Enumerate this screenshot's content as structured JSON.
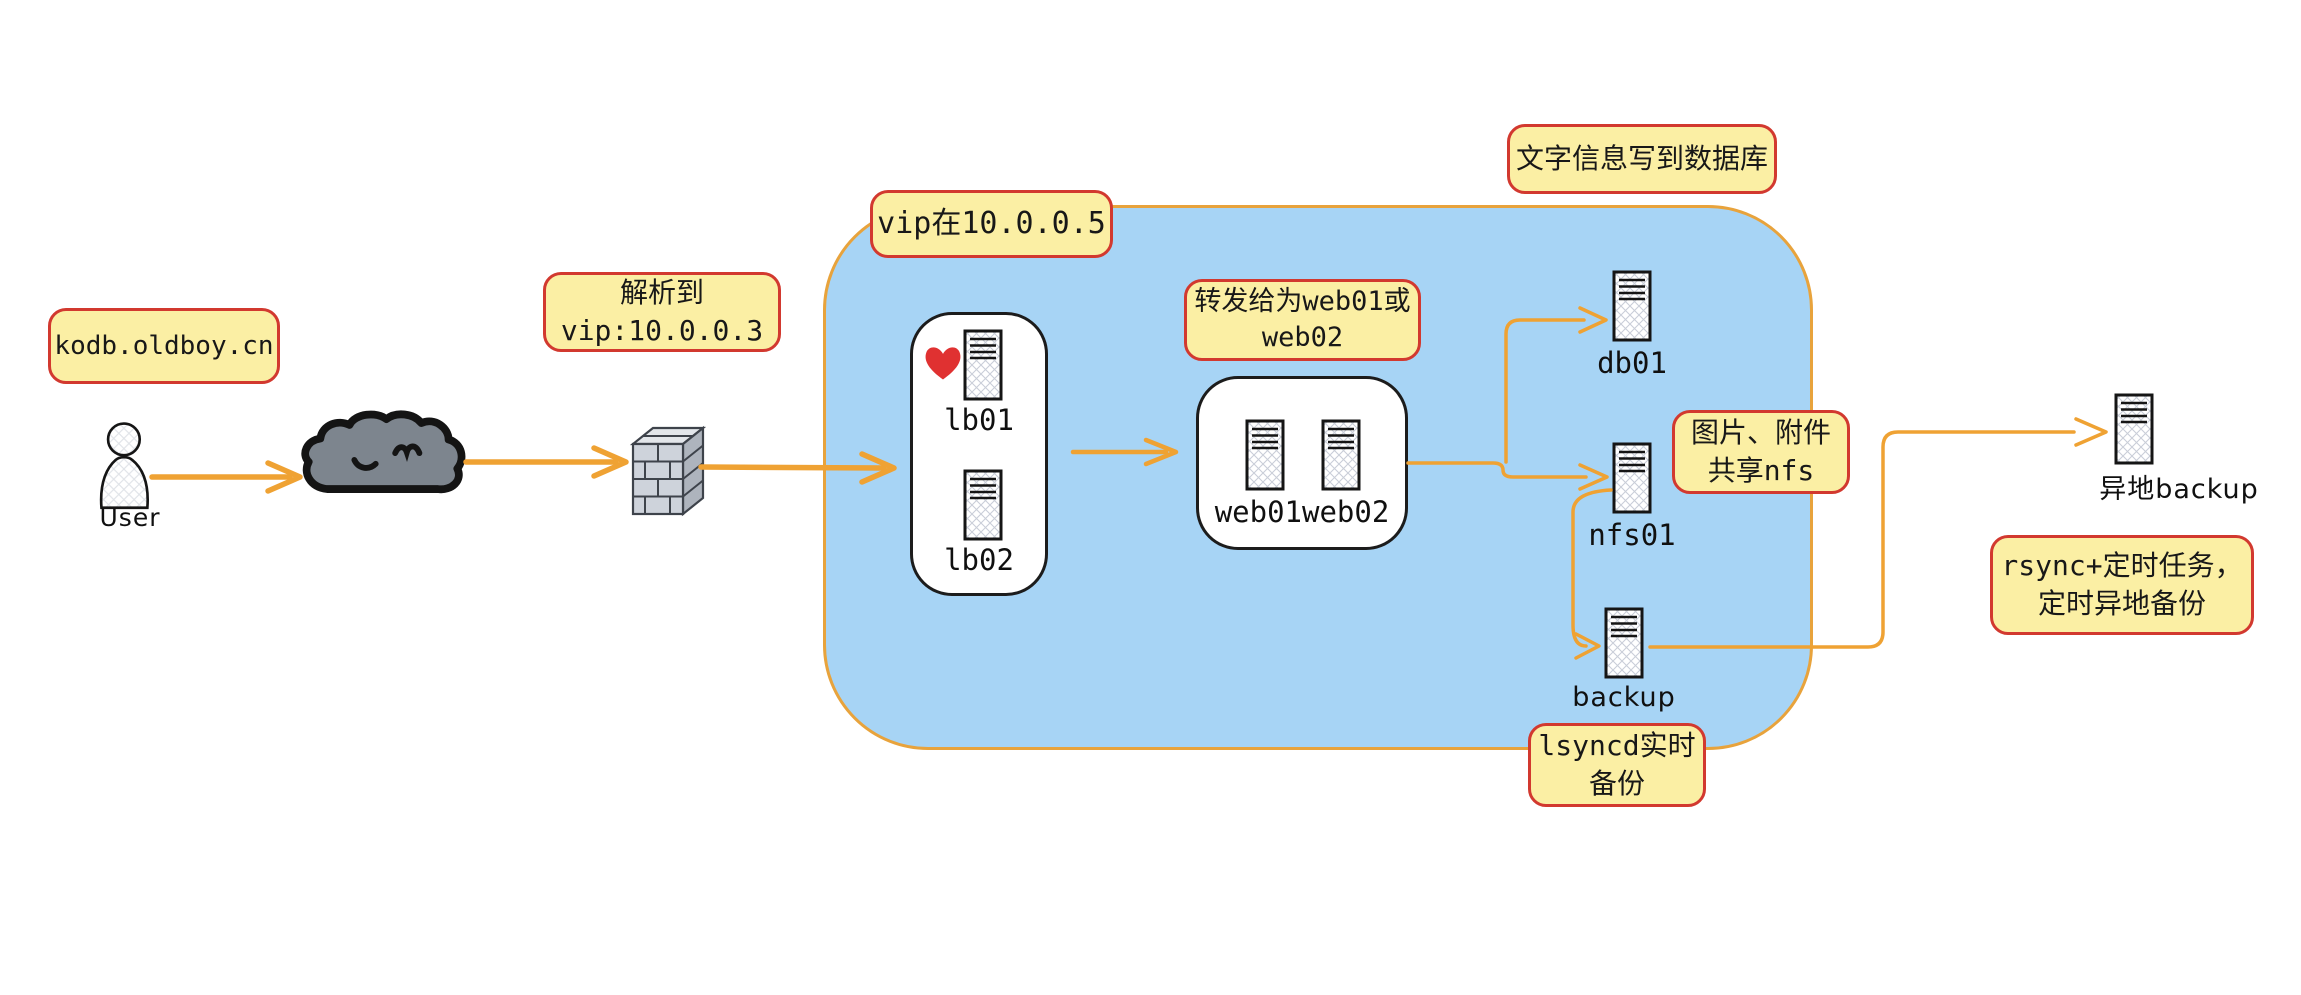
{
  "nodes": {
    "user": {
      "label": "User"
    },
    "lb01": {
      "label": "lb01"
    },
    "lb02": {
      "label": "lb02"
    },
    "web": {
      "label": "web01web02"
    },
    "db01": {
      "label": "db01"
    },
    "nfs01": {
      "label": "nfs01"
    },
    "backup": {
      "label": "backup"
    },
    "remote_backup": {
      "label": "异地backup"
    }
  },
  "notes": {
    "domain": {
      "line1": "kodb.oldboy.cn"
    },
    "dns_resolve": {
      "line1": "解析到",
      "line2": "vip:10.0.0.3"
    },
    "vip": {
      "line1": "vip在10.0.0.5"
    },
    "forward": {
      "line1": "转发给为web01或",
      "line2": "web02"
    },
    "db_write": {
      "line1": "文字信息写到数据库"
    },
    "nfs_share": {
      "line1": "图片、附件",
      "line2": "共享nfs"
    },
    "lsyncd": {
      "line1": "lsyncd实时",
      "line2": "备份"
    },
    "rsync": {
      "line1": "rsync+定时任务，",
      "line2": "定时异地备份"
    }
  },
  "colors": {
    "note_fill": "#FBEFA4",
    "note_border": "#D2392F",
    "arrow": "#EFA233",
    "zone_fill": "#A7D4F5",
    "zone_border": "#E8A33C",
    "heart": "#E03131",
    "cloud_fill": "#7D858E"
  }
}
